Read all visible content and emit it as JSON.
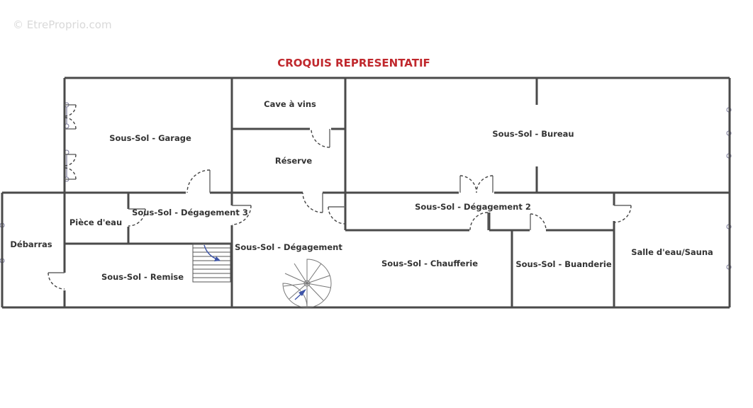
{
  "watermark": "© EtreProprio.com",
  "title": "CROQUIS REPRESENTATIF",
  "rooms": {
    "garage": "Sous-Sol - Garage",
    "cave": "Cave à vins",
    "reserve": "Réserve",
    "bureau": "Sous-Sol - Bureau",
    "debarras": "Débarras",
    "piece_eau": "Pièce d'eau",
    "degagement3": "Sous-Sol - Dégagement 3",
    "degagement": "Sous-Sol - Dégagement",
    "degagement2": "Sous-Sol - Dégagement 2",
    "remise": "Sous-Sol - Remise",
    "chaufferie": "Sous-Sol - Chaufferie",
    "buanderie": "Sous-Sol - Buanderie",
    "sauna": "Salle d'eau/Sauna"
  },
  "colors": {
    "title": "#c0282d",
    "walls": "#4a4a4a",
    "labels": "#333333",
    "stair_arrows": "#3d54a8"
  }
}
